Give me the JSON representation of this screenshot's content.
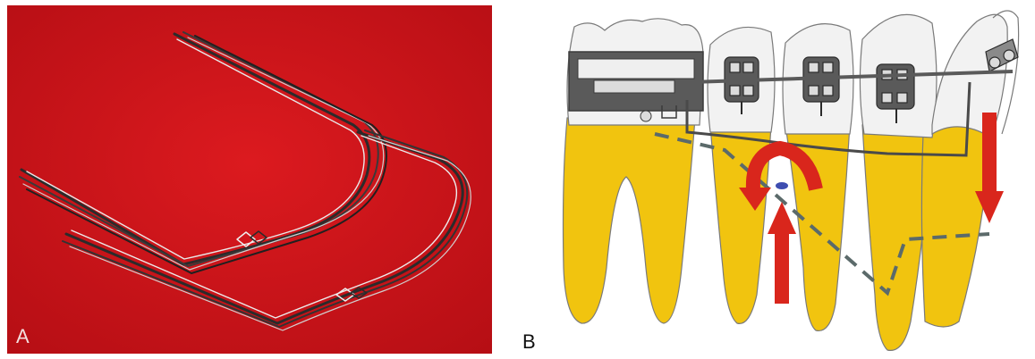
{
  "panels": {
    "a": {
      "label": "A"
    },
    "b": {
      "label": "B"
    }
  },
  "colors": {
    "background_red": "#d8141a",
    "wire": "#2b2b2b",
    "wire_highlight": "#e8e8e8",
    "enamel": "#f2f2f2",
    "root": "#f1c40f",
    "bracket": "#5a5a5a",
    "force_arrow": "#d9261c",
    "dashed_line": "#5b6a6a",
    "center_of_resistance": "#3e4db0"
  },
  "icons": {
    "panel_a_image": "orthodontic-archwires-photo",
    "panel_b_image": "tooth-intrusion-mechanics-diagram",
    "rotation_arrow": "curved-arrow-icon",
    "force_arrow": "straight-arrow-icon"
  }
}
